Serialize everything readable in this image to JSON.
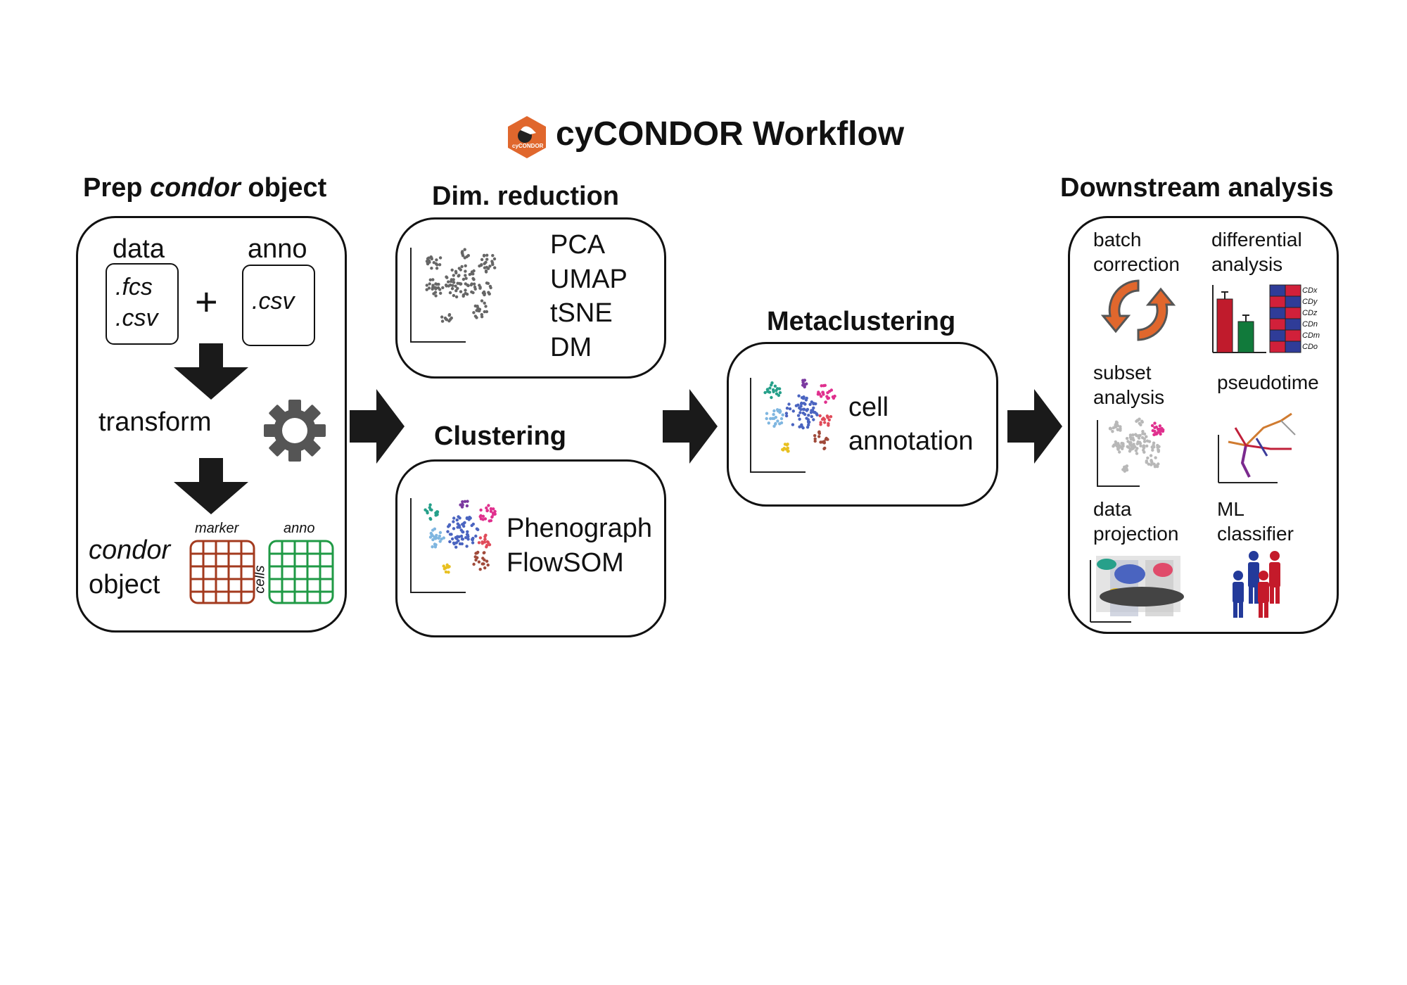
{
  "title": "cyCONDOR Workflow",
  "logo": {
    "text": "cyCONDOR",
    "color": "#e0672d"
  },
  "prep": {
    "heading_a": "Prep ",
    "heading_b": "condor",
    "heading_c": " object",
    "data_label": "data",
    "data_file_1": ".fcs",
    "data_file_2": ".csv",
    "plus": "+",
    "anno_label": "anno",
    "anno_file": ".csv",
    "transform": "transform",
    "object_line1": "condor",
    "object_line2": "object",
    "marker": "marker",
    "cells": "cells",
    "anno_small": "anno"
  },
  "dimred": {
    "heading": "Dim. reduction",
    "methods": [
      "PCA",
      "UMAP",
      "tSNE",
      "DM"
    ]
  },
  "clustering": {
    "heading": "Clustering",
    "methods": [
      "Phenograph",
      "FlowSOM"
    ]
  },
  "metaclustering": {
    "heading": "Metaclustering",
    "line1": "cell",
    "line2": "annotation"
  },
  "downstream": {
    "heading": "Downstream analysis",
    "items": [
      {
        "l1": "batch",
        "l2": "correction"
      },
      {
        "l1": "differential",
        "l2": "analysis"
      },
      {
        "l1": "subset",
        "l2": "analysis"
      },
      {
        "l1": "pseudotime",
        "l2": ""
      },
      {
        "l1": "data",
        "l2": "projection"
      },
      {
        "l1": "ML",
        "l2": "classifier"
      }
    ],
    "heatmap_labels": [
      "CDx",
      "CDy",
      "CDz",
      "CDn",
      "CDm",
      "CDo"
    ]
  },
  "colors": {
    "marker_grid": "#a33a1e",
    "anno_grid": "#1f9a45",
    "bar_red": "#c01b2c",
    "bar_green": "#117a3b",
    "heat_blue": "#2f3c98",
    "heat_red": "#d1203a",
    "person_blue": "#233a9a",
    "person_red": "#c41a2a"
  }
}
